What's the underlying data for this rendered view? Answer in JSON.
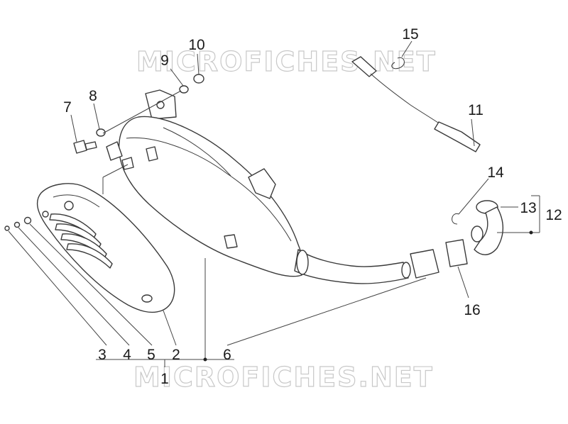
{
  "watermark": {
    "text": "MICROFICHES.NET",
    "color": "#c8c8c8"
  },
  "callouts": {
    "c1": "1",
    "c2": "2",
    "c3": "3",
    "c4": "4",
    "c5": "5",
    "c6": "6",
    "c7": "7",
    "c8": "8",
    "c9": "9",
    "c10": "10",
    "c11": "11",
    "c12": "12",
    "c13": "13",
    "c14": "14",
    "c15": "15",
    "c16": "16"
  },
  "colors": {
    "line": "#3a3a3a",
    "label": "#1a1a1a",
    "background": "#ffffff"
  }
}
